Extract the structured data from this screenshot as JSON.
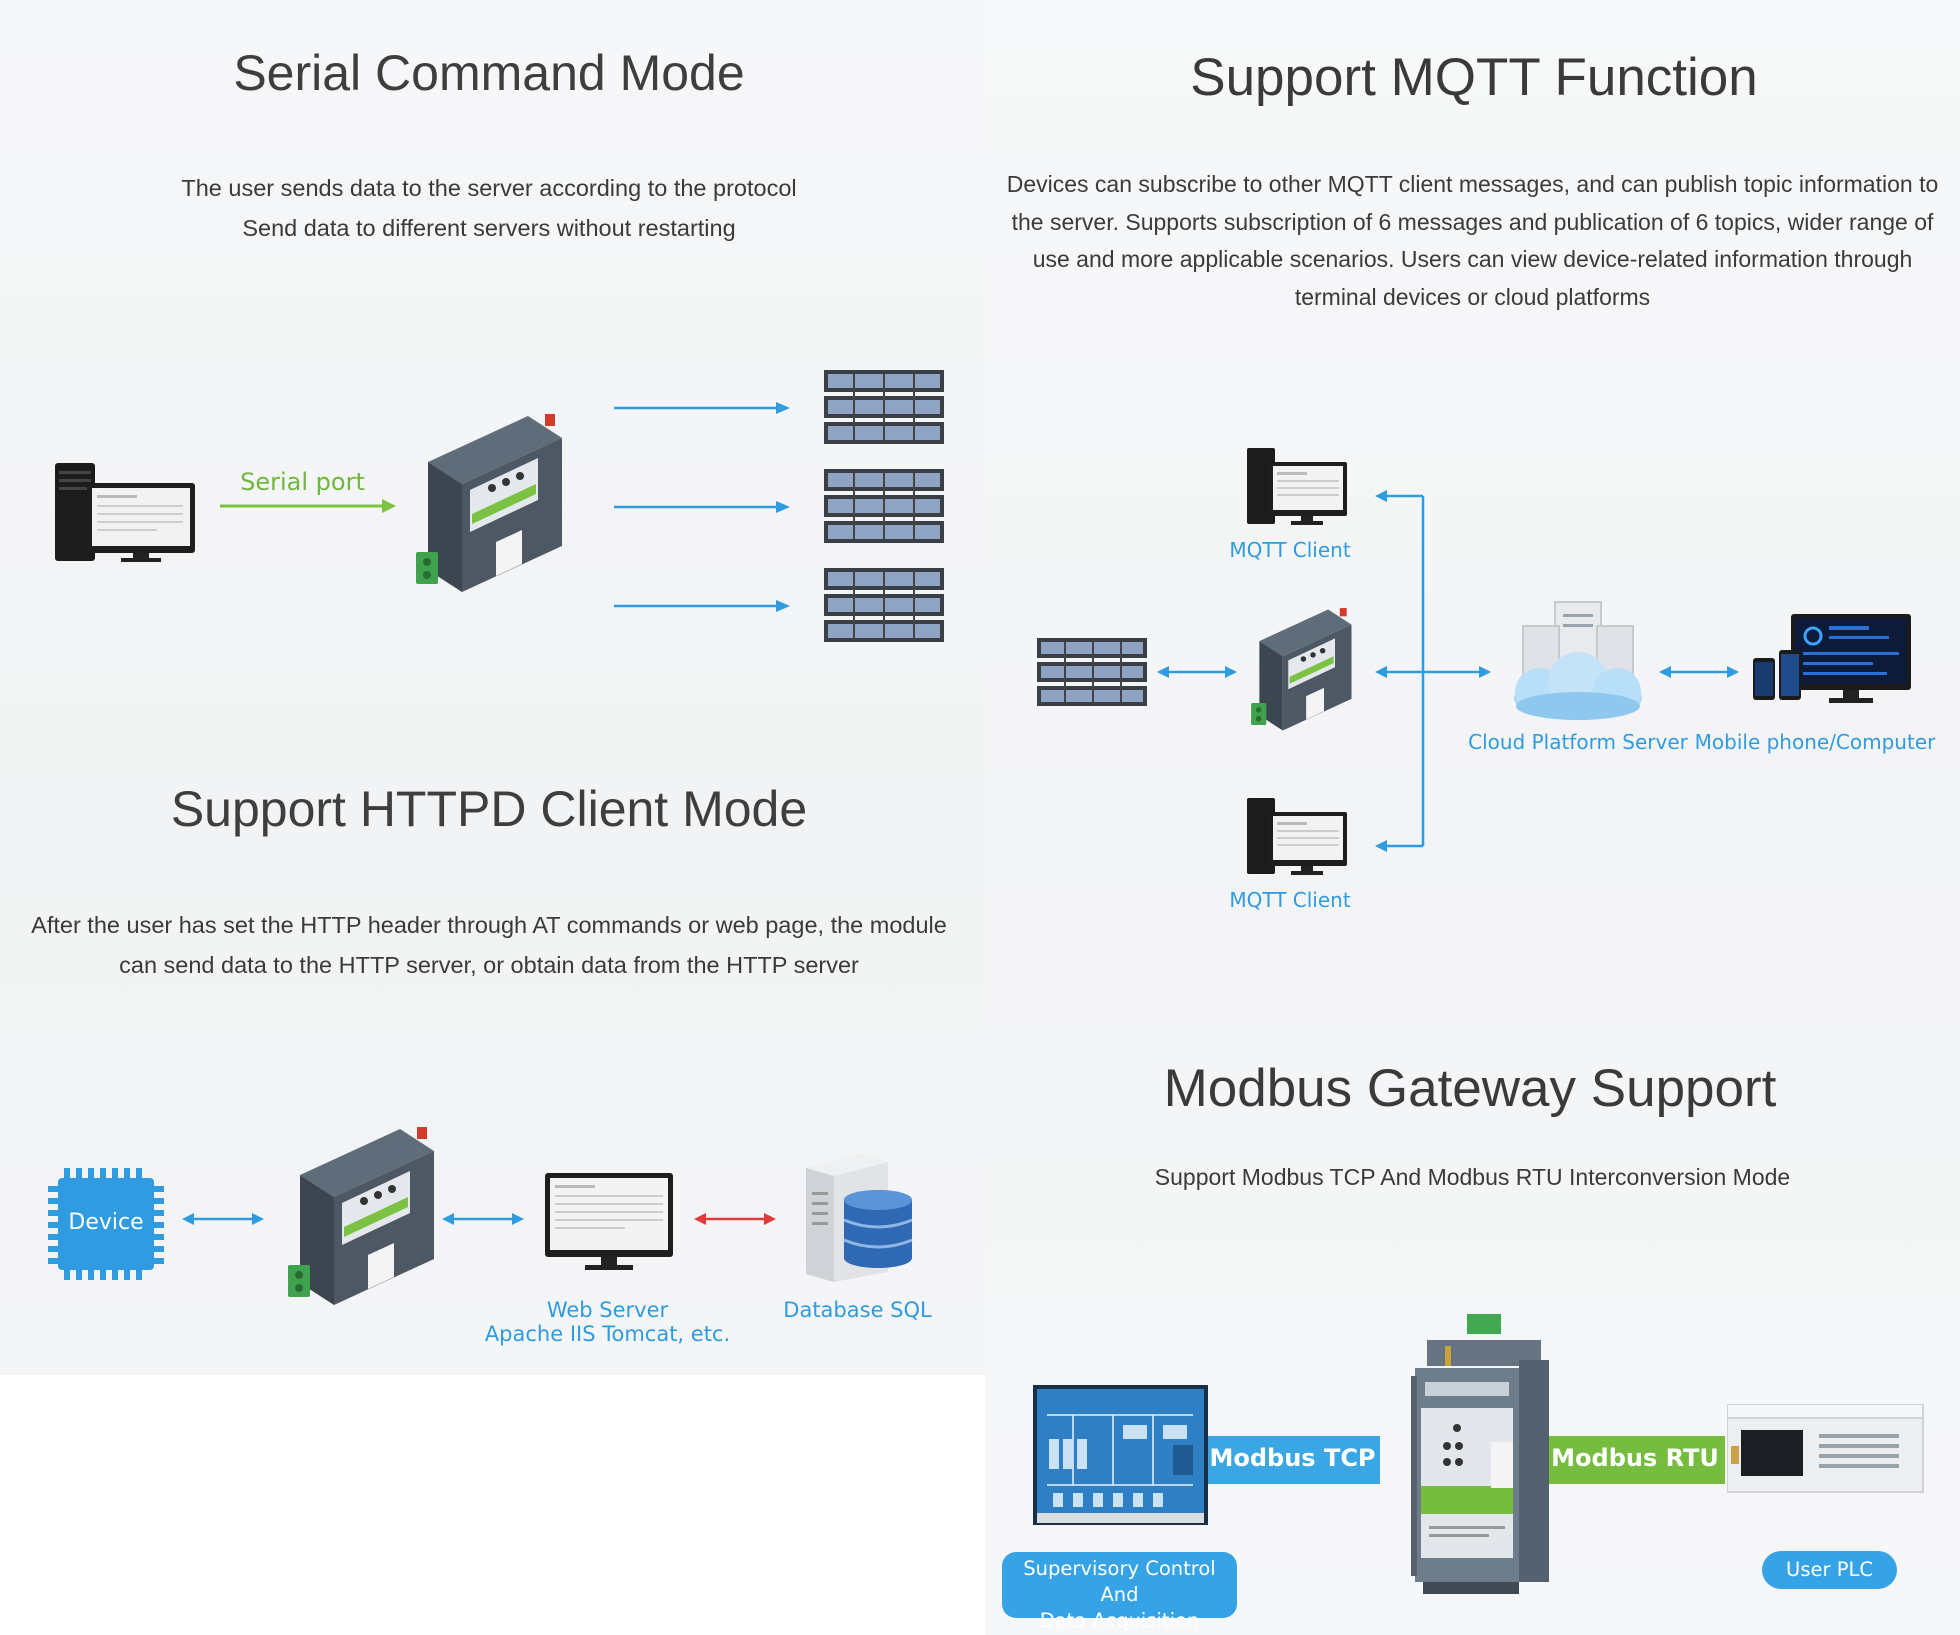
{
  "serial": {
    "title": "Serial Command Mode",
    "lines": [
      "The user sends data to the server according to the protocol",
      "Send data to different servers without restarting"
    ],
    "arrow_label": "Serial port"
  },
  "httpd": {
    "title": "Support HTTPD Client Mode",
    "lines": [
      "After the user has set the HTTP header through AT commands or web page, the module",
      "can send data to the HTTP server, or obtain data from the HTTP server"
    ],
    "device_label": "Device",
    "web_server_label": [
      "Web Server",
      "Apache IIS Tomcat, etc."
    ],
    "database_label": "Database SQL"
  },
  "mqtt": {
    "title": "Support MQTT Function",
    "lines": [
      "Devices can subscribe to other MQTT client messages, and can publish topic information to",
      "the server. Supports subscription of 6 messages and publication of 6 topics, wider range of",
      "use and more applicable scenarios. Users can view device-related information through",
      "terminal devices or cloud platforms"
    ],
    "client_top_label": "MQTT Client",
    "client_bottom_label": "MQTT Client",
    "cloud_label": "Cloud Platform Server",
    "mobile_label": "Mobile phone/Computer"
  },
  "modbus": {
    "title": "Modbus Gateway Support",
    "subtitle": "Support Modbus TCP And Modbus RTU Interconversion Mode",
    "tcp_label": "Modbus TCP",
    "rtu_label": "Modbus RTU",
    "scada_label": [
      "Supervisory Control And",
      "Data Acquisition"
    ],
    "plc_label": "User PLC"
  },
  "colors": {
    "blue_arrow": "#2f9be0",
    "green_arrow": "#7cc242",
    "red_arrow": "#e03a3a",
    "modbus_green": "#76bd3f",
    "modbus_blue": "#3ba6e4"
  }
}
